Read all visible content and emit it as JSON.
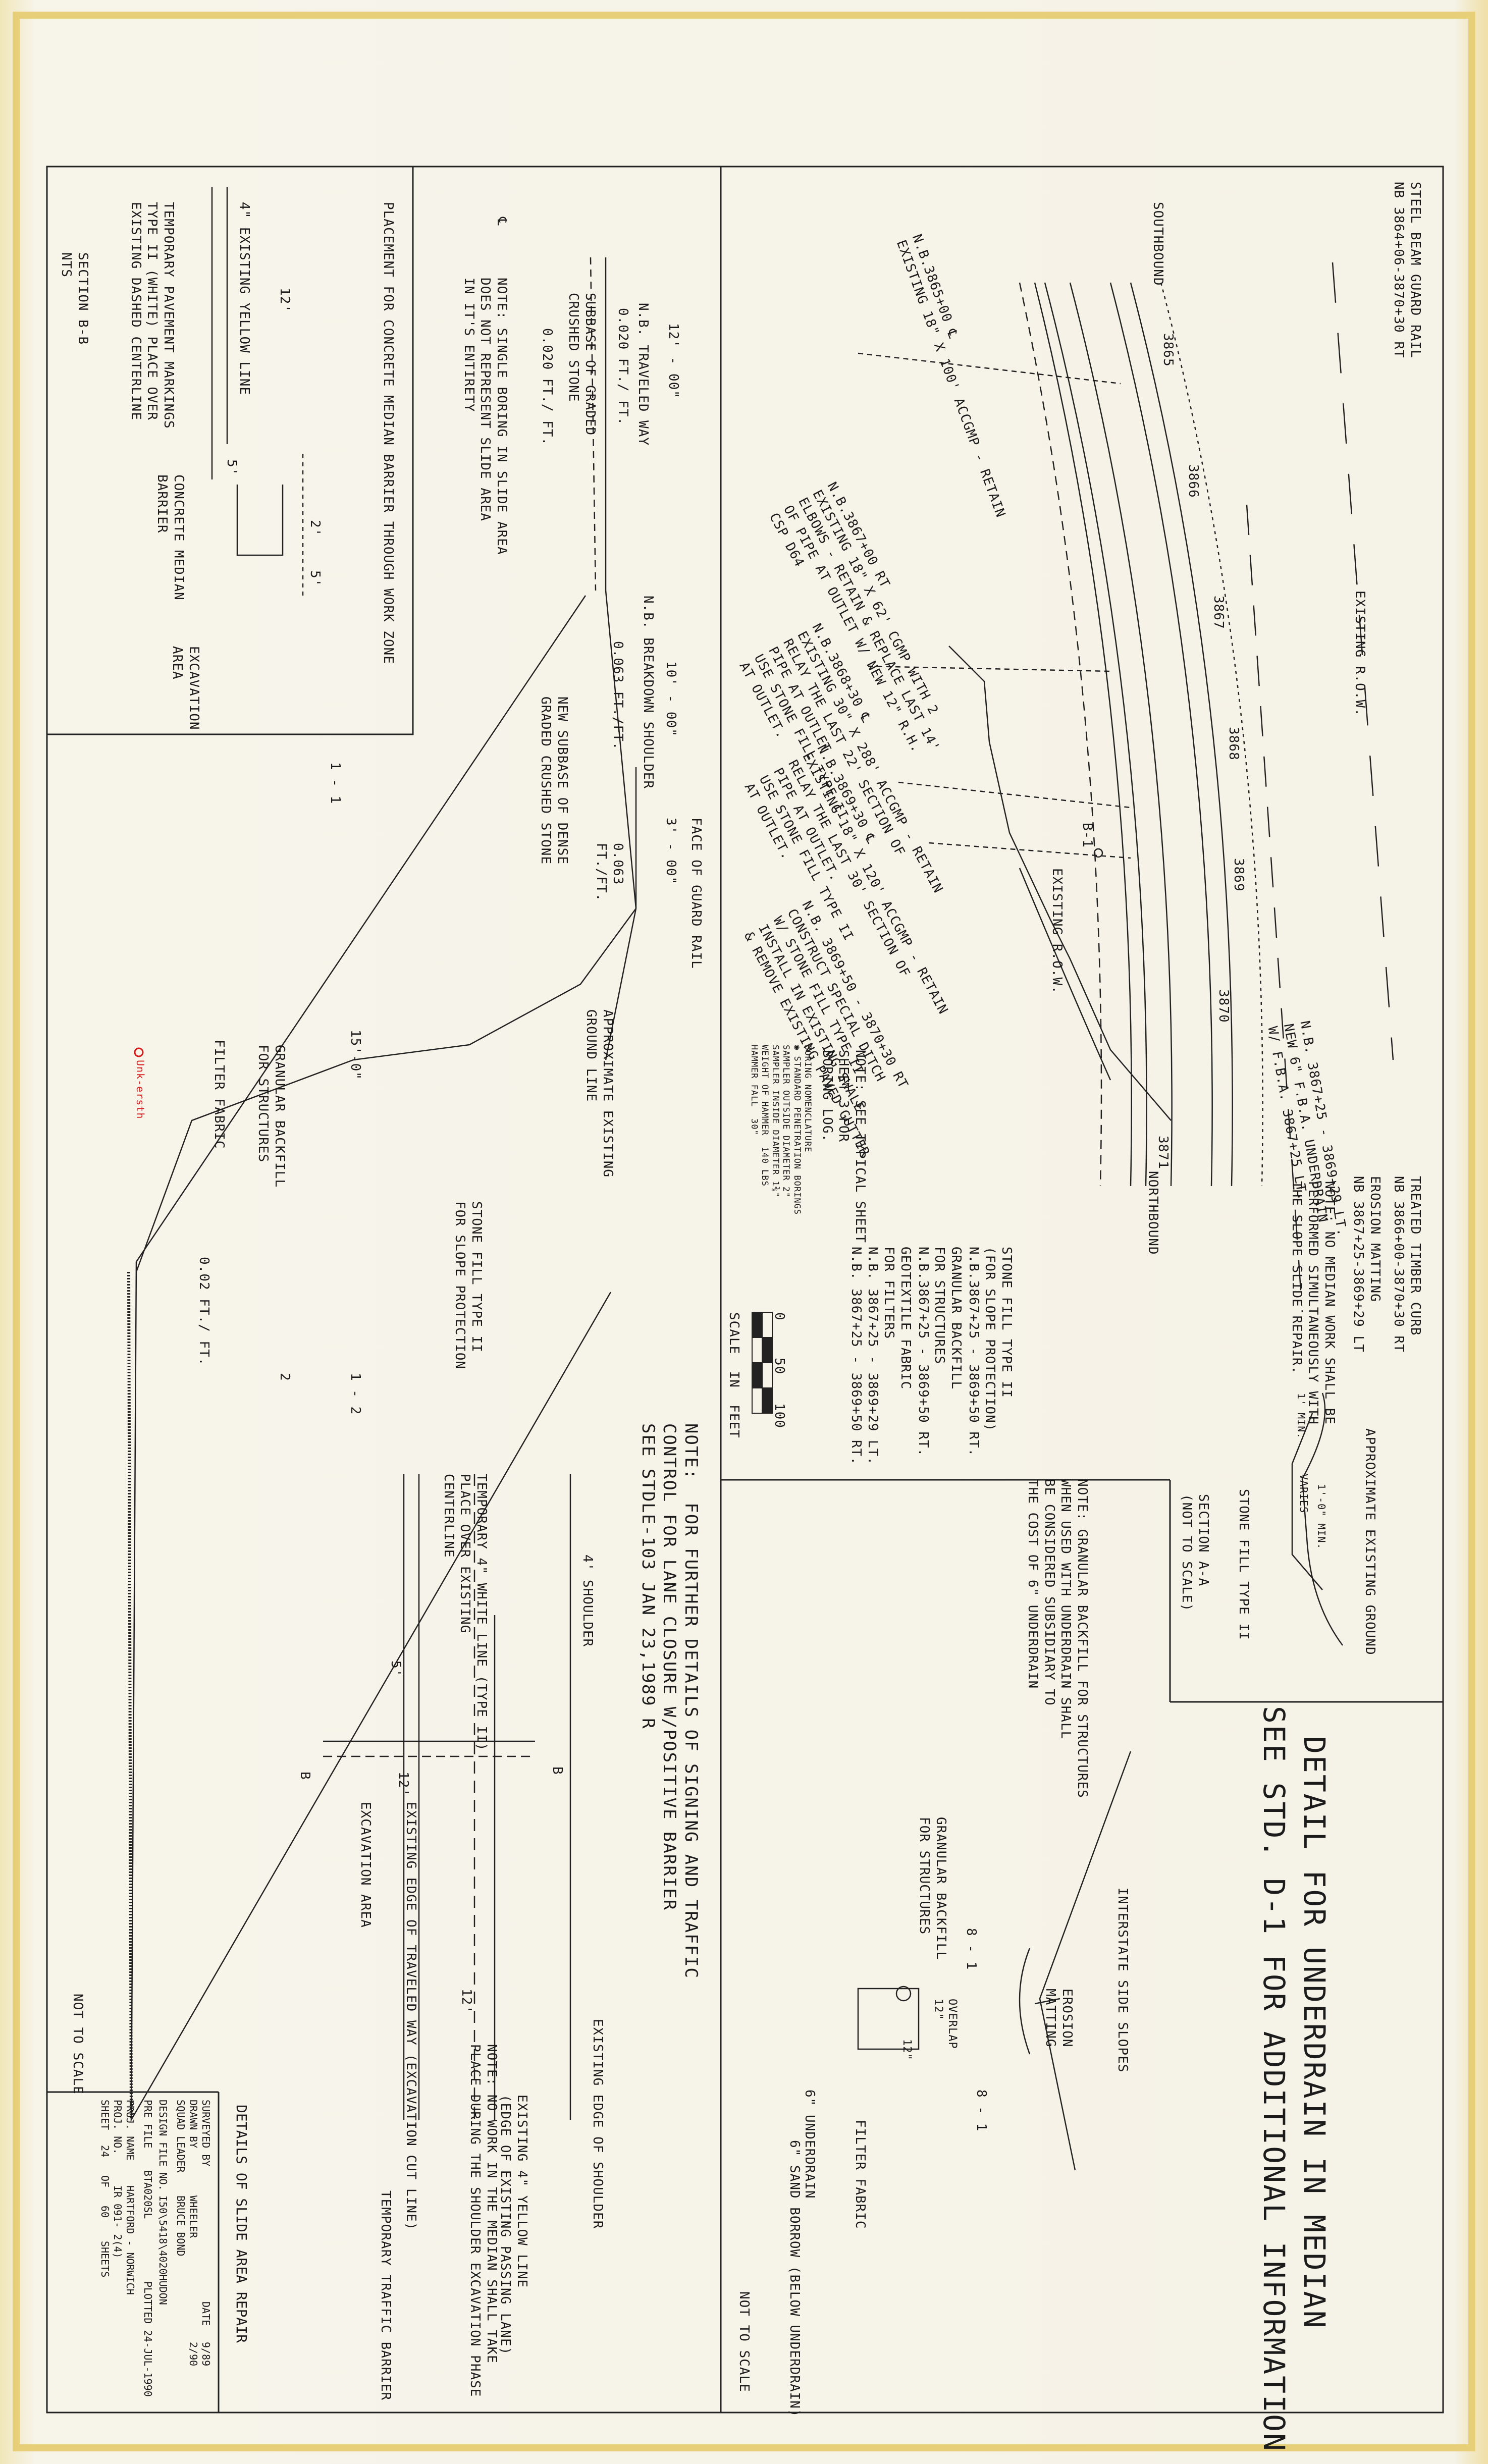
{
  "sheet": {
    "title_block": {
      "title": "DETAILS OF SLIDE AREA REPAIR",
      "surveyed_by_label": "SURVEYED BY",
      "surveyed_by": "",
      "drawn_by_label": "DRAWN BY",
      "drawn_by": "WHEELER",
      "squad_leader_label": "SQUAD LEADER",
      "squad_leader": "BRUCE BOND",
      "design_file_label": "DESIGN FILE NO.",
      "design_file": "I50\\5418\\4020HUDON",
      "pre_file_label": "PRE FILE",
      "pre_file": "BTA020SL",
      "date_label": "DATE",
      "date1": "9/89",
      "date2": "2/90",
      "plotted": "PLOTTED 24-JUL-1990",
      "proj_name_label": "PROJ. NAME",
      "proj_name": "HARTFORD - NORWICH",
      "proj_no_label": "PROJ. NO.",
      "proj_no": "IR 091- 2(4)",
      "sheet_label": "SHEET",
      "sheet_no": "24",
      "of_label": "OF",
      "sheet_total": "60",
      "sheets_label": "SHEETS"
    },
    "not_to_scale_1": "NOT TO SCALE",
    "not_to_scale_2": "NOT TO SCALE"
  },
  "plan": {
    "steel_beam": "STEEL BEAM GUARD RAIL\nNB 3864+06-3870+30 RT",
    "timber_curb": "TREATED TIMBER CURB\nNB 3866+00-3870+30 RT",
    "erosion_matting": "EROSION MATTING\nNB 3867+25-3869+29 LT",
    "existing_row_top": "EXISTING R.O.W.",
    "existing_row_mid": "EXISTING R.O.W.",
    "southbound": "SOUTHBOUND",
    "northbound": "NORTHBOUND",
    "stations": [
      "3865",
      "3866",
      "3867",
      "3868",
      "3869",
      "3870",
      "3871"
    ],
    "b1": "B-1",
    "note_1": "N.B.3865+00 ℄\nEXISTING 18\" X 100' ACCGMP - RETAIN",
    "note_2": "N.B.3867+00 RT\nEXISTING 18\" X 62' CGMP WITH 2\nELBOWS - RETAIN & REPLACE LAST 14'\nOF PIPE AT OUTLET W/ NEW 12\" R.H.\nCSP D64",
    "note_3": "N.B.3868+30 ℄\nEXISTING 30\" X 288' ACCGMP - RETAIN\nRELAY THE LAST 22' SECTION OF\nPIPE AT OUTLET\nUSE STONE FILL TYPE II\nAT OUTLET.",
    "note_4": "N.B.3869+30 ℄\nEXISTING 18\" X 120' ACCGMP - RETAIN\nRELAY THE LAST 30' SECTION OF\nPIPE AT OUTLET.\nUSE STONE FILL TYPE II\nAT OUTLET.",
    "note_5": "N.B. 3869+50 - 3870+30 RT\nCONSTRUCT SPECIAL DITCH\nW/ STONE FILL TYPE II\nINSTALL IN EXISTING SWALE\n& REMOVE EXISTING PAVED GUTTER",
    "underdrain_note": "N.B. 3867+25 - 3869+29 LT.\nNEW 6\" F.B.A. UNDERDRAIN\nW/ F.B.A. 3867+25 LT.",
    "median_note": "NOTE: NO MEDIAN WORK SHALL BE\nPERFORMED SIMULTANEOUSLY WITH\nTHE SLOPE SLIDE REPAIR.",
    "boring_note": "NOTE: SEE TYPICAL SHEET\nSHEET 3 FOR\nBORING LOG.",
    "boring_nomenclature": "BORING NOMENCLATURE\n◉ STANDARD PENETRATION BORINGS\nSAMPLER OUTSIDE DIAMETER 2\"\nSAMPLER INSIDE DIAMETER 1⅜\"\nWEIGHT OF HAMMER  140 LBS\nHAMMER FALL  30\"",
    "stone_fill_list": "STONE FILL TYPE II\n(FOR SLOPE PROTECTION)\nN.B.3867+25 - 3869+50 RT.",
    "granular_list": "GRANULAR BACKFILL\nFOR STRUCTURES\nN.B.3867+25 - 3869+50 RT.",
    "geotextile_list": "GEOTEXTILE FABRIC\nFOR FILTERS\nN.B. 3867+25 - 3869+29 LT.\nN.B. 3867+25 - 3869+50 RT.",
    "scale_label": "SCALE  IN  FEET",
    "scale_ticks": [
      "0",
      "50",
      "100"
    ]
  },
  "section_aa": {
    "approx_ground": "APPROXIMATE EXISTING GROUND",
    "min_1": "1' MIN.",
    "varies": "VARIES",
    "min_2": "1'-0\" MIN.",
    "stone_fill": "STONE FILL TYPE II",
    "title": "SECTION A-A\n(NOT TO SCALE)"
  },
  "underdrain_detail": {
    "title_1": "DETAIL FOR UNDERDRAIN IN MEDIAN",
    "title_2": "SEE STD. D-1 FOR ADDITIONAL INFORMATION",
    "interstate_slopes": "INTERSTATE SIDE SLOPES",
    "erosion_matting": "EROSION\nMATTING",
    "overlap": "OVERLAP\n12\"",
    "dim_12": "12\"",
    "granular": "GRANULAR BACKFILL\nFOR STRUCTURES",
    "slope_left": "8 - 1",
    "slope_right": "8 - 1",
    "filter_fabric": "FILTER FABRIC",
    "underdrain": "6\" UNDERDRAIN",
    "sand_borrow": "6\" SAND BORROW (BELOW UNDERDRAIN)",
    "note": "NOTE: GRANULAR BACKFILL FOR STRUCTURES\nWHEN USED WITH UNDERDRAIN SHALL\nBE CONSIDERED SUBSIDIARY TO\nTHE COST OF 6\" UNDERDRAIN"
  },
  "section_bb": {
    "dim_12": "12'",
    "yellow_line": "4\" EXISTING YELLOW LINE",
    "dim_5": "5'",
    "dim_2": "2'",
    "dim_5b": "5'",
    "barrier": "CONCRETE MEDIAN\nBARRIER",
    "excavation": "EXCAVATION\nAREA",
    "temp_markings": "TEMPORARY PAVEMENT MARKINGS\nTYPE II (WHITE) PLACE OVER\nEXISTING DASHED CENTERLINE",
    "title": "SECTION B-B\nNTS",
    "placement": "PLACEMENT FOR CONCRETE MEDIAN BARRIER THROUGH WORK ZONE"
  },
  "section_11": {
    "dim_travel": "12' - 00\"",
    "travel_way": "N.B. TRAVELED WAY",
    "slope_a": "0.020 FT./ FT.",
    "subbase": "SUBBASE OF GRADED\nCRUSHED STONE",
    "slope_b": "0.020 FT./ FT.",
    "dim_shoulder": "10' - 00\"",
    "shoulder": "N.B. BREAKDOWN SHOULDER",
    "slope_c": "0.063 FT./FT.",
    "new_subbase": "NEW SUBBASE OF DENSE\nGRADED CRUSHED STONE",
    "dim_3": "3' - 00\"",
    "face_guard": "FACE OF GUARD RAIL",
    "slope_d": "0.063\nFT./FT.",
    "approx_ground": "APPROXIMATE EXISTING\nGROUND LINE",
    "cl": "℄",
    "note": "NOTE: SINGLE BORING IN SLIDE AREA\nDOES NOT REPRESENT SLIDE AREA\nIN IT'S ENTIRETY",
    "ratio_11": "1 - 1",
    "dim_15": "15'-0\"",
    "granular": "GRANULAR BACKFILL\nFOR STRUCTURES",
    "filter": "FILTER FABRIC",
    "stone_fill": "STONE FILL TYPE II\nFOR SLOPE PROTECTION",
    "slope_e": "0.02 FT./ FT.",
    "ratio_12": "1 - 2",
    "ratio_2": "2",
    "red_mark": "Unk-ersth"
  },
  "traffic_plan": {
    "note": "NOTE:  FOR FURTHER DETAILS OF SIGNING AND TRAFFIC\nCONTROL FOR LANE CLOSURE W/POSITIVE BARRIER\nSEE STDLE-103 JAN 23,1989 R",
    "shoulder_4": "4' SHOULDER",
    "temp_white": "TEMPORARY 4\" WHITE LINE (TYPE II)\nPLACE OVER EXISTING\nCENTERLINE",
    "dim_5": "5'",
    "dim_12a": "12'",
    "dim_12b": "12'",
    "b_top": "B",
    "b_bottom": "B",
    "edge_traveled": "EXISTING EDGE OF TRAVELED WAY (EXCAVATION CUT LINE)",
    "excavation_area": "EXCAVATION AREA",
    "edge_shoulder": "EXISTING EDGE OF SHOULDER",
    "yellow_line": "EXISTING 4\" YELLOW LINE\n(EDGE OF EXISTING PASSING LANE)",
    "median_note": "NOTE: NO WORK IN THE MEDIAN SHALL TAKE\nPLACE DURING THE SHOULDER EXCAVATION PHASE",
    "temp_barrier": "TEMPORARY TRAFFIC BARRIER"
  }
}
